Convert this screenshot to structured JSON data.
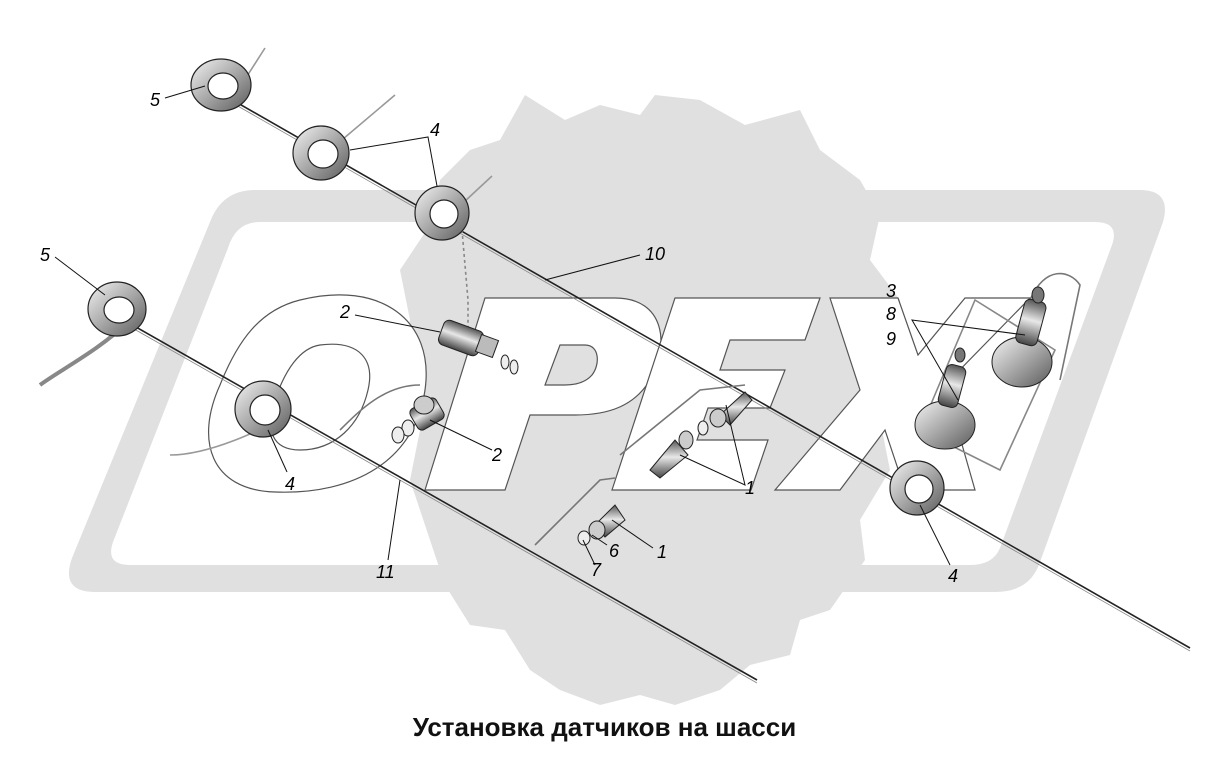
{
  "watermark": {
    "text": "ОРЕХ",
    "color": "#e0e0e0",
    "letter_fill": "#ffffff"
  },
  "caption": "Установка датчиков на шасси",
  "callouts": {
    "c5a": "5",
    "c4a": "4",
    "c5b": "5",
    "c10": "10",
    "c2a": "2",
    "c2b": "2",
    "c4b": "4",
    "c11": "11",
    "c3": "3",
    "c8": "8",
    "c9": "9",
    "c1a": "1",
    "c1b": "1",
    "c6": "6",
    "c7": "7",
    "c4c": "4"
  }
}
